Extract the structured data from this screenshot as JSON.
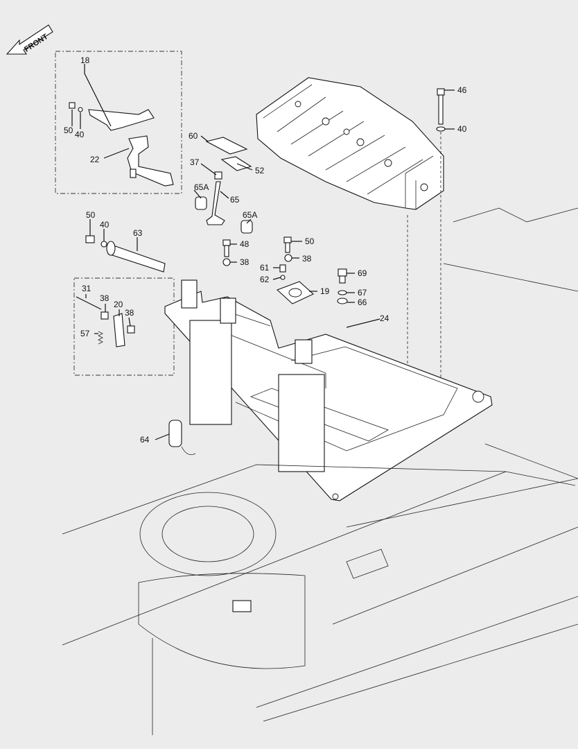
{
  "front_arrow": {
    "label": "FRONT"
  },
  "callouts": [
    {
      "id": "c18",
      "text": "18"
    },
    {
      "id": "c50a",
      "text": "50"
    },
    {
      "id": "c40a",
      "text": "40"
    },
    {
      "id": "c22",
      "text": "22"
    },
    {
      "id": "c60",
      "text": "60"
    },
    {
      "id": "c37",
      "text": "37"
    },
    {
      "id": "c52",
      "text": "52"
    },
    {
      "id": "c65A1",
      "text": "65A"
    },
    {
      "id": "c65",
      "text": "65"
    },
    {
      "id": "c65A2",
      "text": "65A"
    },
    {
      "id": "c50b",
      "text": "50"
    },
    {
      "id": "c40b",
      "text": "40"
    },
    {
      "id": "c63",
      "text": "63"
    },
    {
      "id": "c48",
      "text": "48"
    },
    {
      "id": "c38a",
      "text": "38"
    },
    {
      "id": "c50c",
      "text": "50"
    },
    {
      "id": "c38b",
      "text": "38"
    },
    {
      "id": "c61",
      "text": "61"
    },
    {
      "id": "c62",
      "text": "62"
    },
    {
      "id": "c19",
      "text": "19"
    },
    {
      "id": "c69",
      "text": "69"
    },
    {
      "id": "c67",
      "text": "67"
    },
    {
      "id": "c66",
      "text": "66"
    },
    {
      "id": "c24",
      "text": "24"
    },
    {
      "id": "c46",
      "text": "46"
    },
    {
      "id": "c40c",
      "text": "40"
    },
    {
      "id": "c31",
      "text": "31"
    },
    {
      "id": "c38c",
      "text": "38"
    },
    {
      "id": "c20",
      "text": "20"
    },
    {
      "id": "c38d",
      "text": "38"
    },
    {
      "id": "c57",
      "text": "57"
    },
    {
      "id": "c64",
      "text": "64"
    }
  ]
}
